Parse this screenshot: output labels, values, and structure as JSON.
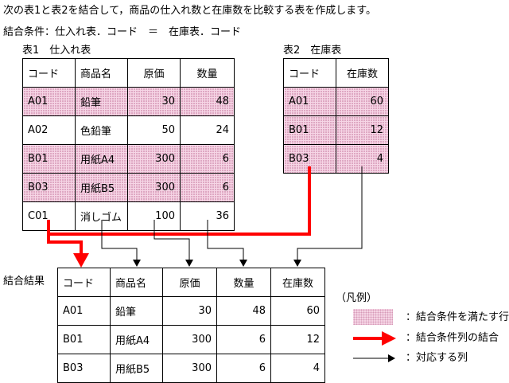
{
  "intro": "次の表1と表2を結合して，商品の仕入れ数と在庫数を比較する表を作成します。",
  "condition": "結合条件：仕入れ表．コード　＝　在庫表．コード",
  "table1": {
    "caption": "表1　仕入れ表",
    "headers": [
      "コード",
      "商品名",
      "原価",
      "数量"
    ],
    "rows": [
      {
        "cells": [
          "A01",
          "鉛筆",
          "30",
          "48"
        ],
        "highlight": true
      },
      {
        "cells": [
          "A02",
          "色鉛筆",
          "50",
          "24"
        ],
        "highlight": false
      },
      {
        "cells": [
          "B01",
          "用紙A4",
          "300",
          "6"
        ],
        "highlight": true
      },
      {
        "cells": [
          "B03",
          "用紙B5",
          "300",
          "6"
        ],
        "highlight": true
      },
      {
        "cells": [
          "C01",
          "消しゴム",
          "100",
          "36"
        ],
        "highlight": false
      }
    ]
  },
  "table2": {
    "caption": "表2　在庫表",
    "headers": [
      "コード",
      "在庫数"
    ],
    "rows": [
      {
        "cells": [
          "A01",
          "60"
        ],
        "highlight": true
      },
      {
        "cells": [
          "B01",
          "12"
        ],
        "highlight": true
      },
      {
        "cells": [
          "B03",
          "4"
        ],
        "highlight": true
      }
    ]
  },
  "result": {
    "caption": "結合結果",
    "headers": [
      "コード",
      "商品名",
      "原価",
      "数量",
      "在庫数"
    ],
    "rows": [
      {
        "cells": [
          "A01",
          "鉛筆",
          "30",
          "48",
          "60"
        ]
      },
      {
        "cells": [
          "B01",
          "用紙A4",
          "300",
          "6",
          "12"
        ]
      },
      {
        "cells": [
          "B03",
          "用紙B5",
          "300",
          "6",
          "4"
        ]
      }
    ]
  },
  "legend": {
    "title": "（凡例）",
    "items": [
      {
        "label": "：結合条件を満たす行",
        "kind": "hatch"
      },
      {
        "label": "：結合条件列の結合",
        "kind": "red-arrow"
      },
      {
        "label": "：対応する列",
        "kind": "black-arrow"
      }
    ]
  },
  "colors": {
    "highlight": "#f6d6e6",
    "join_arrow": "#ff0000",
    "map_arrow": "#000000"
  }
}
